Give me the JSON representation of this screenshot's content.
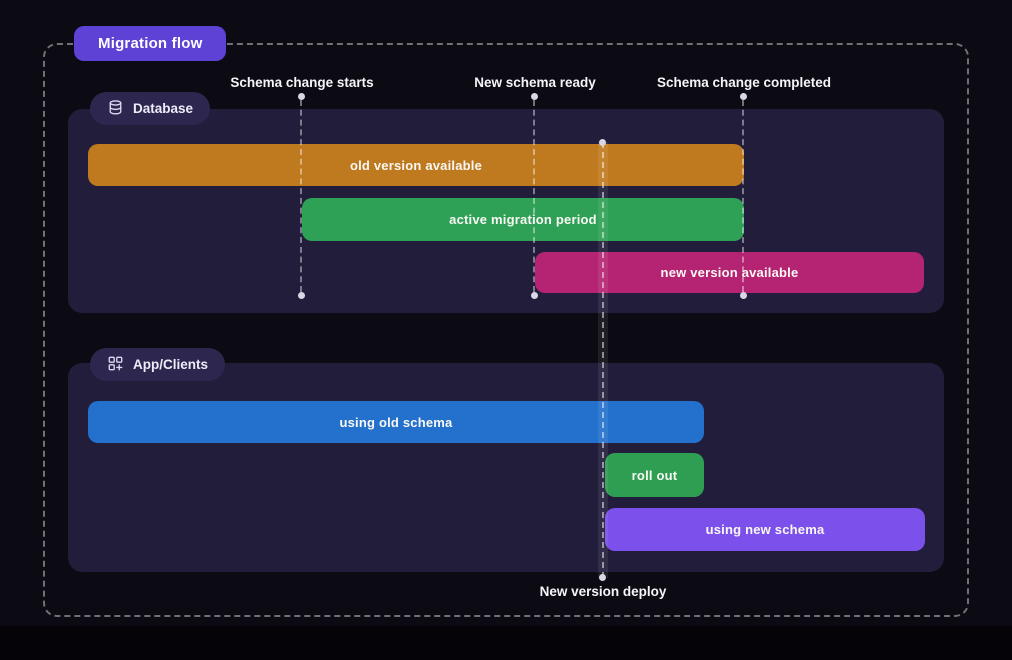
{
  "title": {
    "label": "Migration flow",
    "bg_color": "#5e41d5"
  },
  "milestones": [
    {
      "label": "Schema change starts"
    },
    {
      "label": "New schema ready"
    },
    {
      "label": "Schema change completed"
    }
  ],
  "deploy_milestone": {
    "label": "New version deploy"
  },
  "lanes": {
    "database": {
      "label": "Database",
      "icon": "database-icon",
      "bars": [
        {
          "label": "old version available",
          "color": "#bf7a1f"
        },
        {
          "label": "active migration period",
          "color": "#2ea156"
        },
        {
          "label": "new version available",
          "color": "#b52472"
        }
      ]
    },
    "app_clients": {
      "label": "App/Clients",
      "icon": "apps-plus-icon",
      "bars": [
        {
          "label": "using old schema",
          "color": "#2470cd"
        },
        {
          "label": "roll out",
          "color": "#2e9e53"
        },
        {
          "label": "using new schema",
          "color": "#7c50ea"
        }
      ]
    }
  },
  "colors": {
    "background": "#0c0a13",
    "panel": "#211d3b",
    "pill": "#2d2750",
    "title_pill": "#5e41d5",
    "dashed_line": "rgba(255,255,255,0.42)",
    "text": "#f5f4fa"
  }
}
